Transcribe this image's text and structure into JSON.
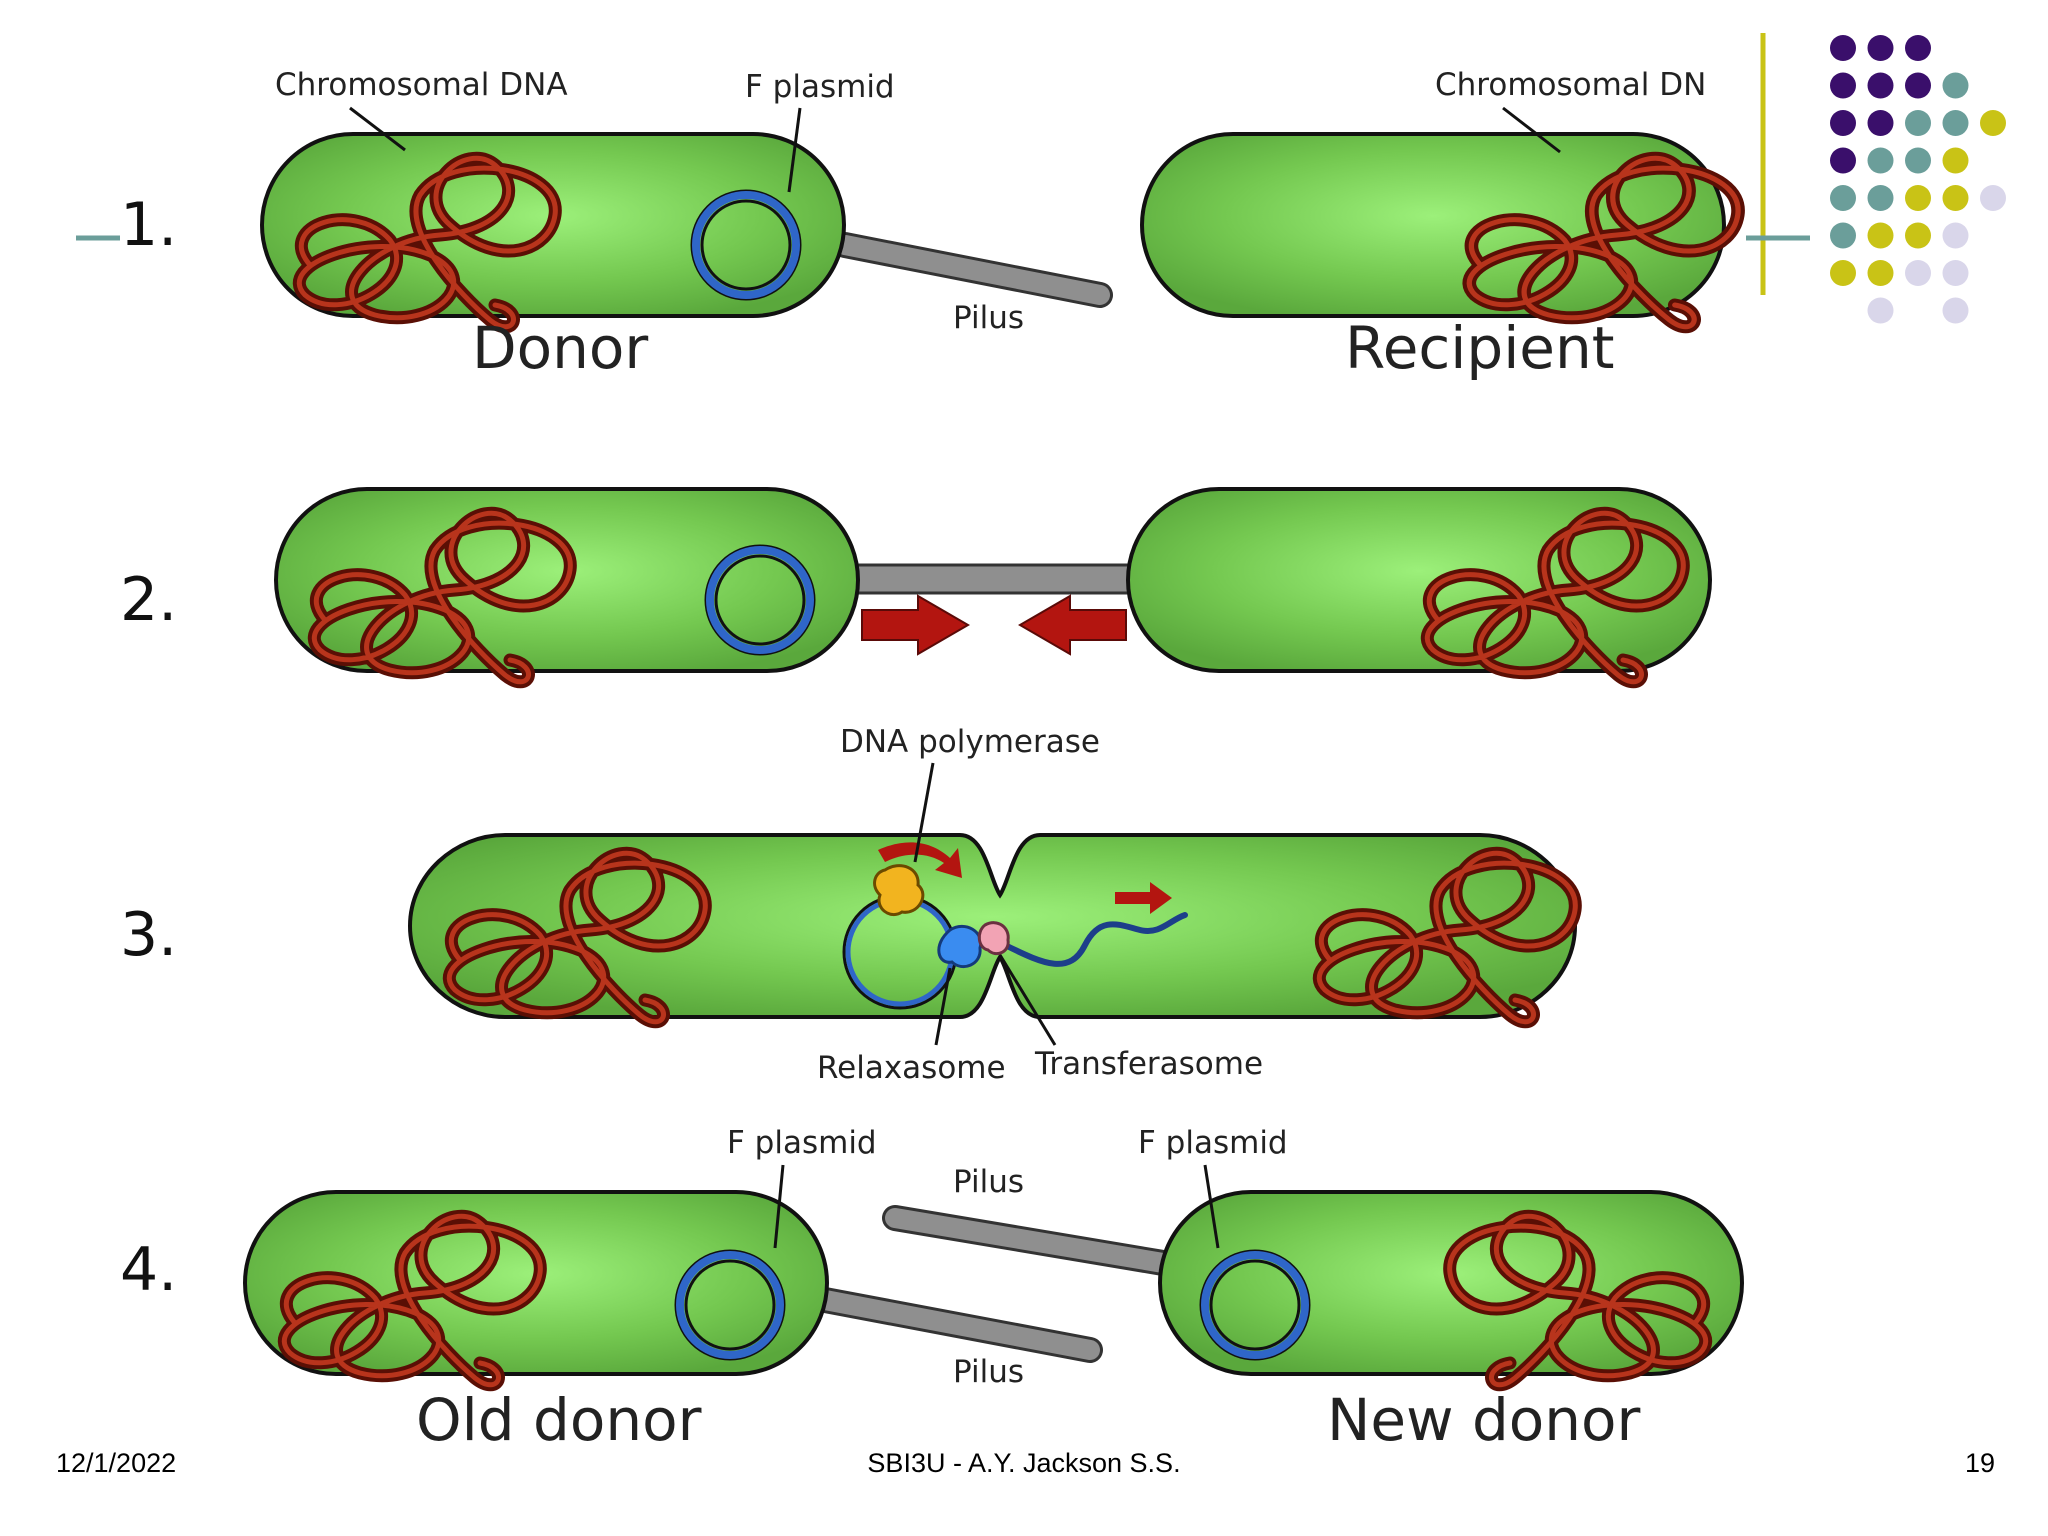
{
  "colors": {
    "cell_fill": "#6cc04a",
    "cell_highlight": "#8fe870",
    "dna": "#7a1a0c",
    "plasmid": "#1d3f8a",
    "pilus": "#8f8f8f",
    "arrow": "#b31510",
    "dot_purple": "#3a0f6b",
    "dot_teal": "#6b9e9a",
    "dot_yellow": "#c9c316",
    "dot_lavender": "#d9d6ea",
    "accent_line": "#c9c316"
  },
  "steps": [
    {
      "number": "1.",
      "labels": {
        "chromosomal_left": "Chromosomal DNA",
        "f_plasmid": "F plasmid",
        "chromosomal_right": "Chromosomal DN",
        "pilus": "Pilus",
        "donor": "Donor",
        "recipient": "Recipient"
      }
    },
    {
      "number": "2."
    },
    {
      "number": "3.",
      "labels": {
        "dna_polymerase": "DNA polymerase",
        "relaxasome": "Relaxasome",
        "transferasome": "Transferasome"
      }
    },
    {
      "number": "4.",
      "labels": {
        "f_plasmid_left": "F plasmid",
        "f_plasmid_right": "F plasmid",
        "pilus_top": "Pilus",
        "pilus_bottom": "Pilus",
        "old_donor": "Old donor",
        "new_donor": "New donor"
      }
    }
  ],
  "footer": {
    "date": "12/1/2022",
    "center": "SBI3U - A.Y. Jackson S.S.",
    "page": "19"
  }
}
